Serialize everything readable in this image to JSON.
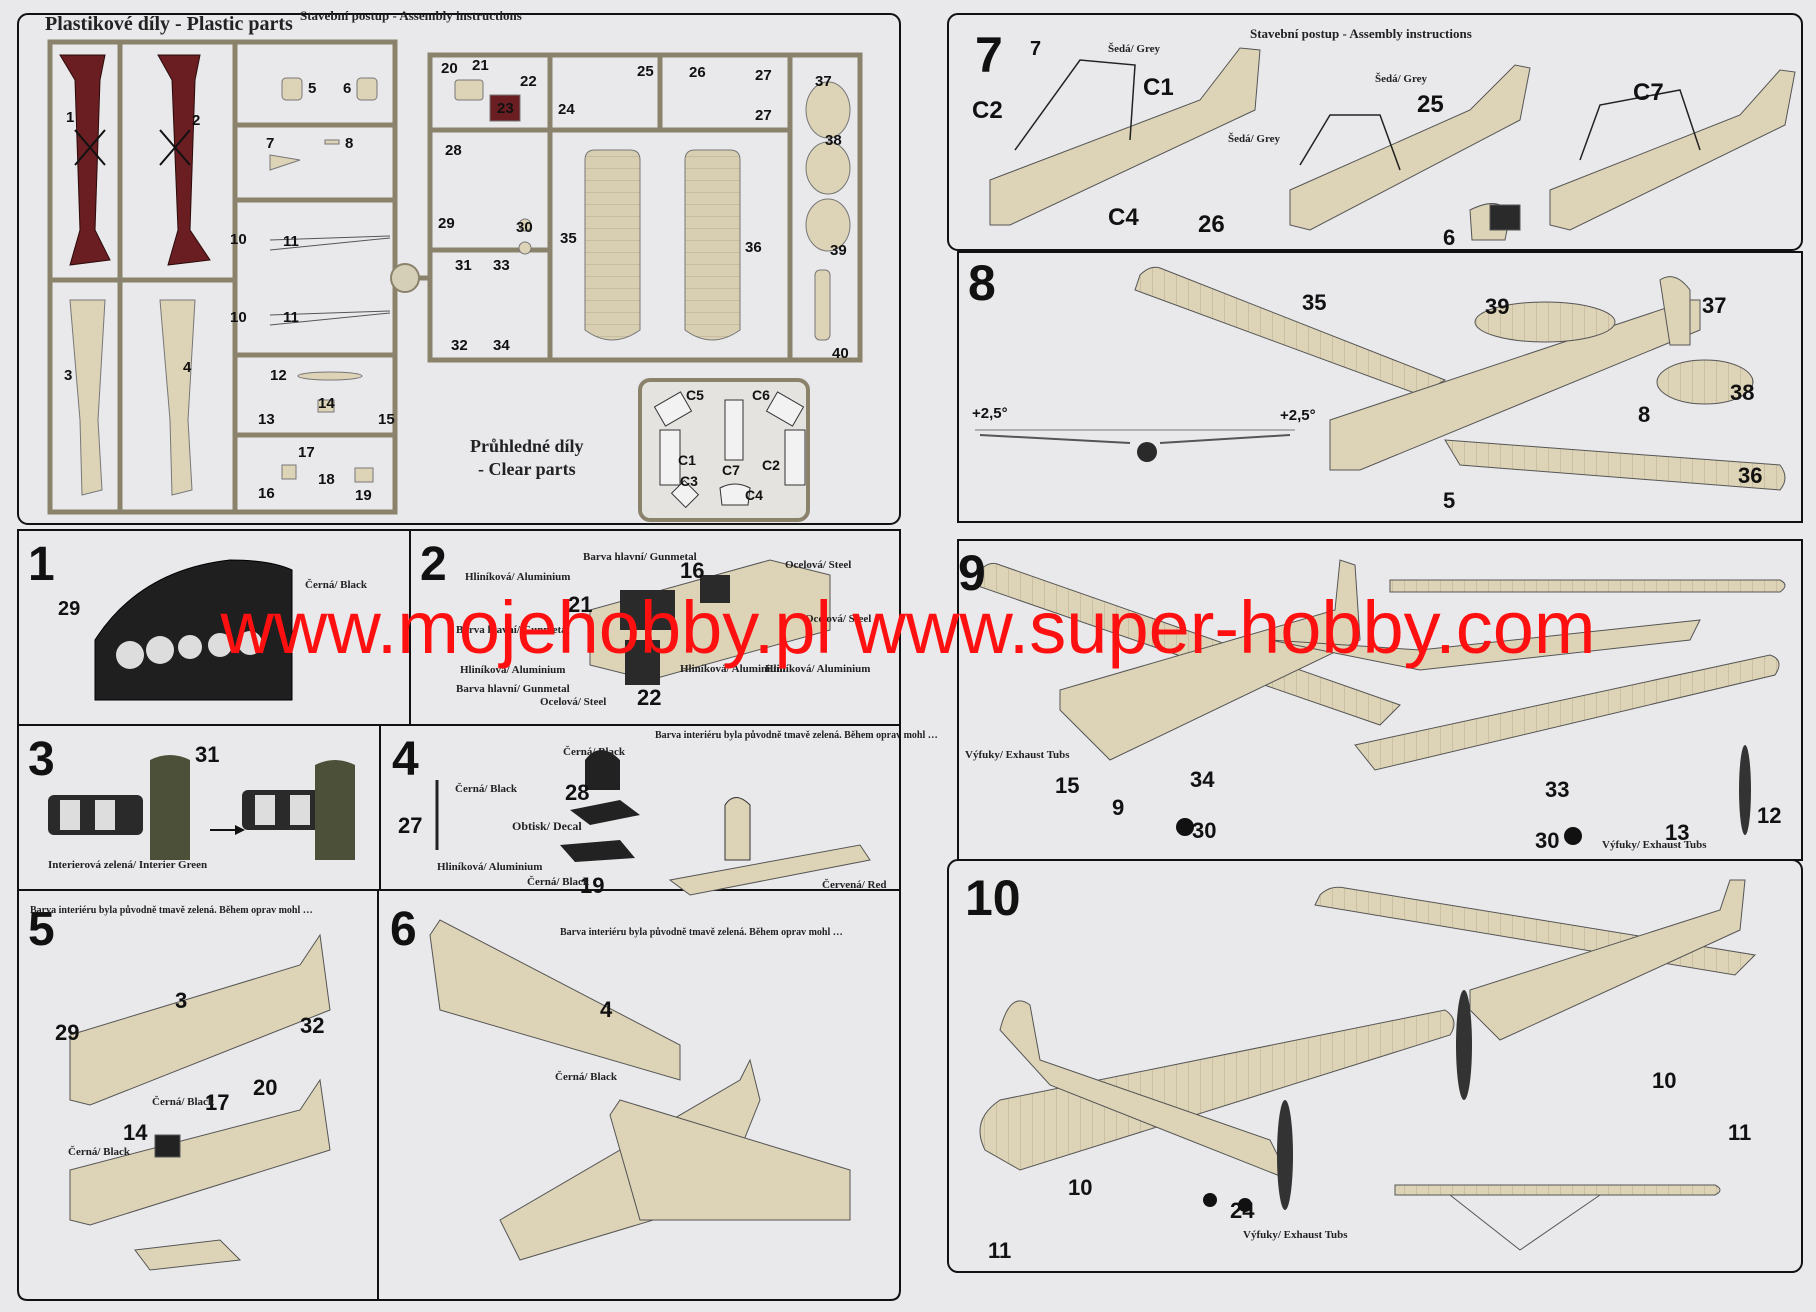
{
  "left_header": "Stavební postup - Assembly instructions",
  "right_header": "Stavební postup - Assembly instructions",
  "sprue_title": "Plastikové díly - Plastic parts",
  "clear_title_cz": "Průhledné díly",
  "clear_title_en": "- Clear parts",
  "watermark": "www.mojehobby.pl www.super-hobby.com",
  "steps": [
    "1",
    "2",
    "3",
    "4",
    "5",
    "6",
    "7",
    "8",
    "9",
    "10"
  ],
  "sprue_parts": [
    "1",
    "2",
    "3",
    "4",
    "5",
    "6",
    "7",
    "8",
    "10",
    "11",
    "10",
    "11",
    "12",
    "13",
    "14",
    "15",
    "16",
    "17",
    "18",
    "19",
    "20",
    "21",
    "22",
    "23",
    "24",
    "25",
    "26",
    "27",
    "27",
    "28",
    "29",
    "30",
    "31",
    "32",
    "33",
    "34",
    "35",
    "36",
    "37",
    "38",
    "39",
    "40"
  ],
  "clear_parts": [
    "C5",
    "C6",
    "C1",
    "C7",
    "C2",
    "C3",
    "C4"
  ],
  "step1": {
    "part": "29",
    "color": "Černá/ Black"
  },
  "step2": {
    "parts": [
      "16",
      "21",
      "22"
    ],
    "colors": [
      "Barva hlavní/ Gunmetal",
      "Hliníková/ Aluminium",
      "Ocelová/ Steel",
      "Barva hlavní/ Gunmetal",
      "Hliníková/ Aluminium",
      "Barva hlavní/ Gunmetal",
      "Ocelová/ Steel",
      "Hliníková/ Aluminium",
      "Hliníková/ Aluminium",
      "Ocelová/ Steel"
    ]
  },
  "step3": {
    "part": "31",
    "color": "Interierová zelená/ Interier Green"
  },
  "step4": {
    "parts": [
      "27",
      "28",
      "19"
    ],
    "colors": [
      "Černá/ Black",
      "Hliníková/ Aluminium",
      "Černá/ Black",
      "Černá/ Black",
      "Červená/ Red"
    ],
    "decal": "Obtisk/ Decal"
  },
  "interior_note": "Barva interiéru byla původně tmavě zelená. Během oprav mohl být interiér přetřen šedou či hliníkovou barvou. Interior colour was basically Dark dull green. During repairs the interior could be repainted either in Grey or Aluminium.",
  "step5": {
    "parts": [
      "3",
      "29",
      "32",
      "17",
      "20",
      "14"
    ],
    "colors": [
      "Černá/ Black",
      "Černá/ Black"
    ]
  },
  "step6": {
    "parts": [
      "4"
    ],
    "colors": [
      "Černá/ Black"
    ]
  },
  "step7": {
    "parts": [
      "7",
      "C1",
      "C2",
      "C4",
      "26",
      "25",
      "C7",
      "6"
    ],
    "colors": [
      "Šedá/ Grey",
      "Šedá/ Grey",
      "Šedá/ Grey"
    ]
  },
  "step8": {
    "parts": [
      "35",
      "39",
      "37",
      "38",
      "8",
      "5",
      "36"
    ],
    "angles": [
      "+2,5°",
      "+2,5°"
    ]
  },
  "step9": {
    "parts": [
      "15",
      "9",
      "34",
      "30",
      "33",
      "30",
      "13",
      "12"
    ],
    "exhaust": "Výfuky/ Exhaust Tubs"
  },
  "step10": {
    "parts": [
      "10",
      "11",
      "24",
      "10",
      "11"
    ],
    "exhaust": "Výfuky/ Exhaust Tubs"
  },
  "colors": {
    "paper": "#e9e9ec",
    "sprue": "#d6cfb7",
    "part": "#ddd3b6",
    "maroon": "#6a1e22",
    "olive": "#4d5038",
    "red": "#ff1010"
  }
}
